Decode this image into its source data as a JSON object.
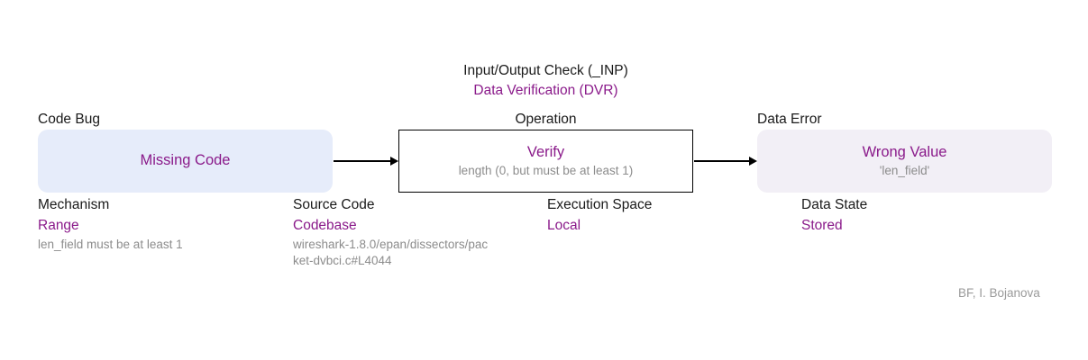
{
  "diagram": {
    "credit": "BF, I. Bojanova",
    "colors": {
      "purple": "#8a1a8a",
      "gray_text": "#8c8c8c",
      "black_text": "#1a1a1a",
      "bug_box_fill": "#e6ecfa",
      "error_box_fill": "#f2eff6",
      "operation_border": "#000000"
    }
  },
  "code_bug": {
    "category_label": "Code Bug",
    "node_title": "Missing Code",
    "mechanism": {
      "label": "Mechanism",
      "value": "Range",
      "detail": "len_field must be at least 1"
    }
  },
  "operation": {
    "class_label": "Input/Output Check (_INP)",
    "subclass_label": "Data Verification (DVR)",
    "category_label": "Operation",
    "node_title": "Verify",
    "node_sub": "length  (0, but must be at least 1)",
    "source_code": {
      "label": "Source Code",
      "value": "Codebase",
      "detail": "wireshark-1.8.0/epan/dissectors/packet-dvbci.c#L4044"
    },
    "execution_space": {
      "label": "Execution Space",
      "value": "Local"
    }
  },
  "data_error": {
    "category_label": "Data Error",
    "node_title": "Wrong Value",
    "node_sub": "'len_field'",
    "data_state": {
      "label": "Data State",
      "value": "Stored"
    }
  }
}
